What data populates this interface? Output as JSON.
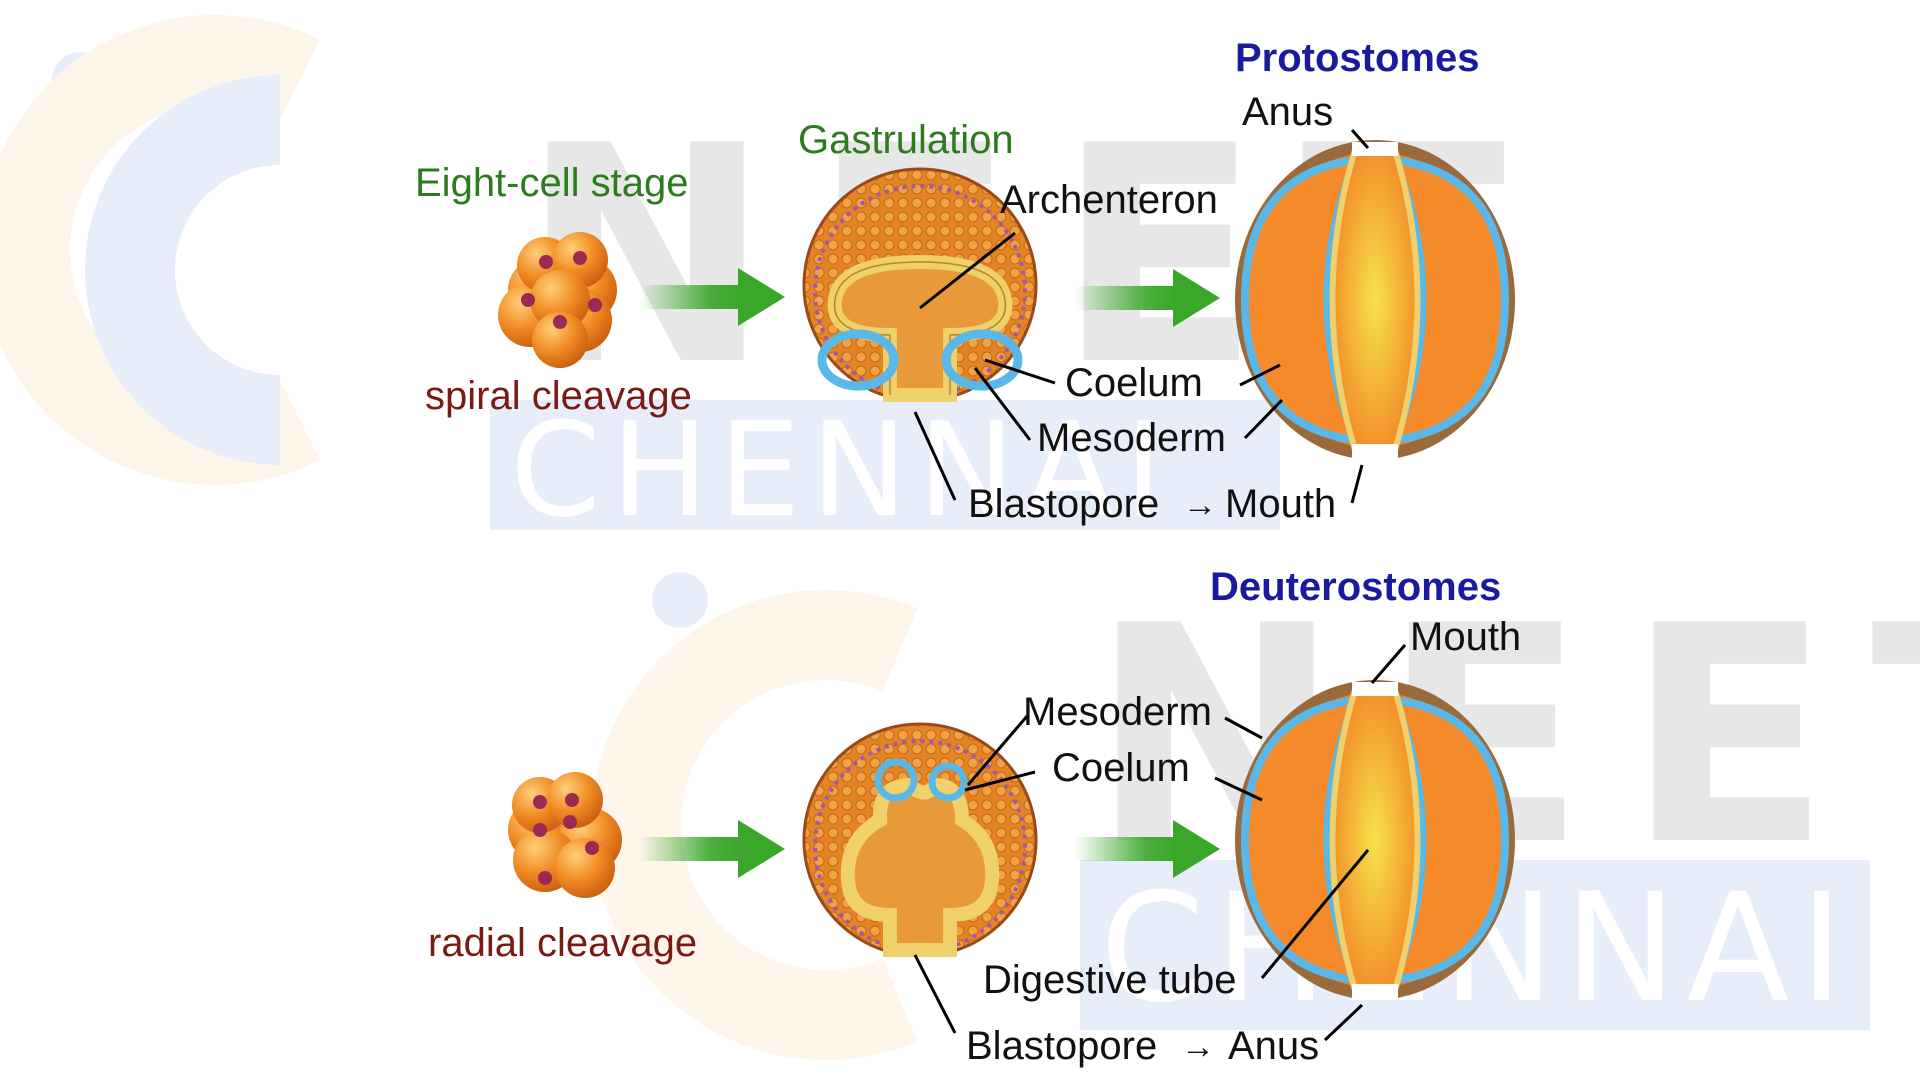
{
  "colors": {
    "stage_label": "#2d7a1f",
    "cleavage_label": "#7a1a14",
    "group_title": "#1a1a9c",
    "arrow": "#3aa62a",
    "cell_fill": "#f08a22",
    "nucleus": "#9a2a52",
    "mesoderm": "#5ab8e8",
    "endoderm": "#f0d06a",
    "outer_wall": "#9a6a3a",
    "watermark_blue": "#2d5ec9",
    "watermark_orange": "#f5a03a"
  },
  "watermark": {
    "text_top": "NEET",
    "text_bottom": "CHENNAI"
  },
  "labels": {
    "eight_cell_stage": "Eight-cell stage",
    "gastrulation": "Gastrulation",
    "spiral_cleavage": "spiral cleavage",
    "radial_cleavage": "radial cleavage"
  },
  "protostomes": {
    "title": "Protostomes",
    "anus": "Anus",
    "archenteron": "Archenteron",
    "coelum": "Coelum",
    "mesoderm": "Mesoderm",
    "blastopore": "Blastopore",
    "arrow_glyph": "→",
    "mouth": "Mouth"
  },
  "deuterostomes": {
    "title": "Deuterostomes",
    "mouth": "Mouth",
    "mesoderm": "Mesoderm",
    "coelum": "Coelum",
    "digestive_tube": "Digestive tube",
    "blastopore": "Blastopore",
    "arrow_glyph": "→",
    "anus": "Anus"
  }
}
